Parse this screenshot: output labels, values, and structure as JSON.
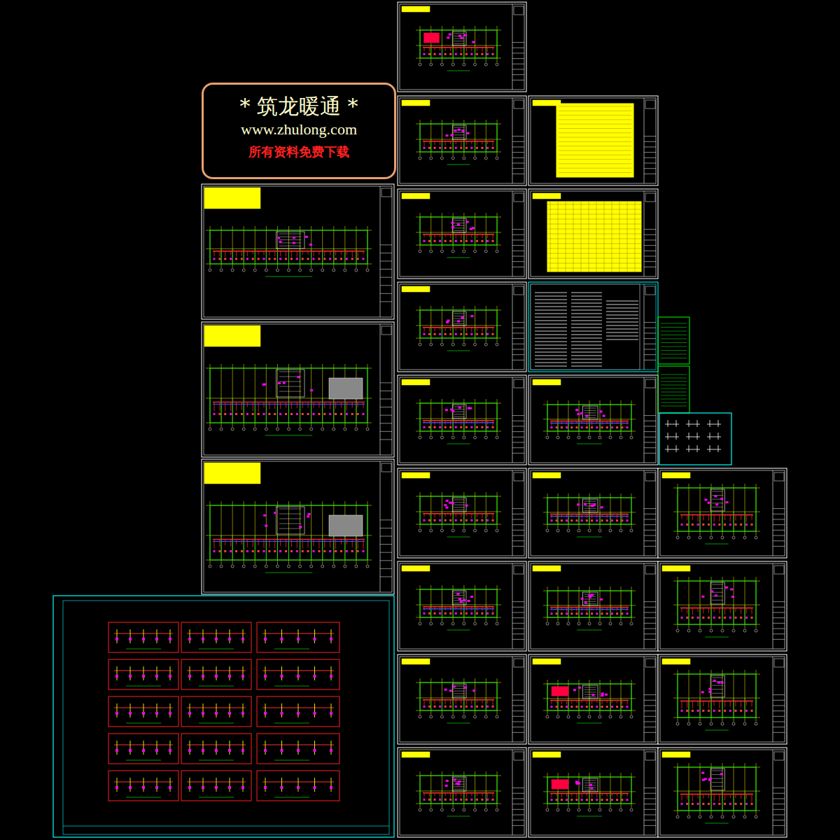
{
  "diagram": {
    "nodes": [
      {
        "text": [
          "* 筑龙暖通 *",
          "www.zhulong.com",
          "所有资料免费下载"
        ]
      }
    ]
  }
}
